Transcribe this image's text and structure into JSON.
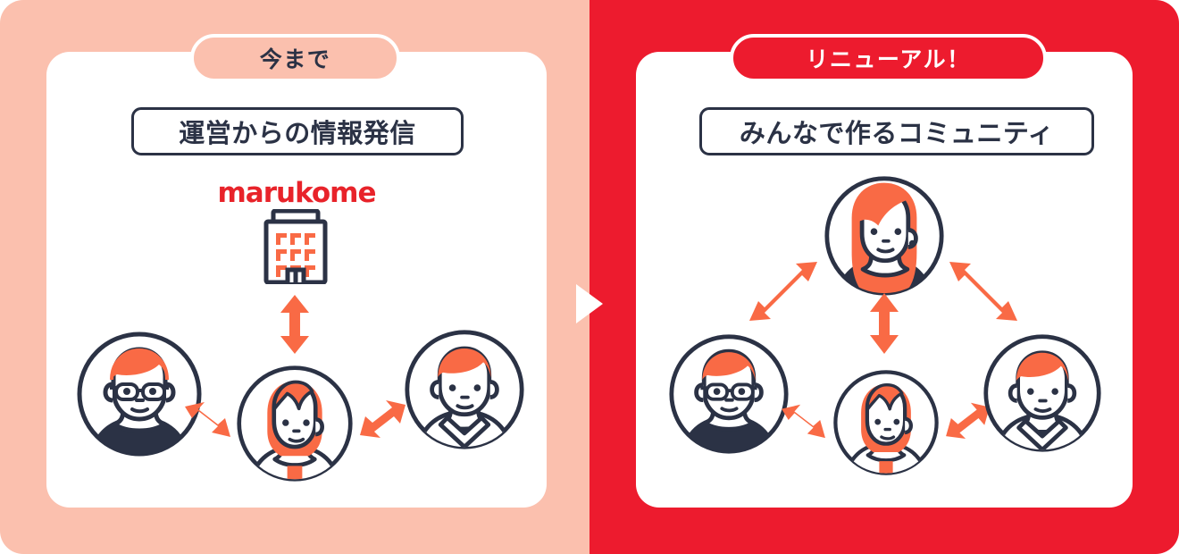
{
  "colors": {
    "left_panel_bg": "#FBC0AE",
    "right_panel_bg": "#ED1B2E",
    "card_bg": "#FFFFFF",
    "ink": "#2B3245",
    "accent_orange": "#F96A45",
    "brand_red": "#E8232A"
  },
  "left_panel": {
    "badge_label": "今まで",
    "title_label": "運営からの情報発信",
    "brand_label": "marukome",
    "building_icon": "office-building-icon",
    "people": [
      {
        "id": "man-glasses",
        "icon": "avatar-man-with-glasses"
      },
      {
        "id": "woman-bob",
        "icon": "avatar-woman-bob-hair"
      },
      {
        "id": "man-collar",
        "icon": "avatar-man-collared-shirt"
      }
    ],
    "arrows": [
      {
        "id": "company-to-center",
        "icon": "double-arrow-vertical-icon"
      },
      {
        "id": "center-to-left",
        "icon": "double-arrow-diagonal-icon"
      },
      {
        "id": "center-to-right",
        "icon": "double-arrow-diagonal-icon"
      }
    ]
  },
  "right_panel": {
    "badge_label": "リニューアル！",
    "title_label": "みんなで作るコミュニティ",
    "people": [
      {
        "id": "woman-long-hair",
        "icon": "avatar-woman-long-hair"
      },
      {
        "id": "man-glasses",
        "icon": "avatar-man-with-glasses"
      },
      {
        "id": "woman-bob",
        "icon": "avatar-woman-bob-hair"
      },
      {
        "id": "man-collar",
        "icon": "avatar-man-collared-shirt"
      }
    ],
    "arrows": [
      {
        "id": "left-to-top",
        "icon": "double-arrow-diagonal-icon"
      },
      {
        "id": "right-to-top",
        "icon": "double-arrow-diagonal-icon"
      },
      {
        "id": "center-to-top",
        "icon": "double-arrow-vertical-icon"
      },
      {
        "id": "left-to-center",
        "icon": "double-arrow-diagonal-icon"
      },
      {
        "id": "center-to-right",
        "icon": "double-arrow-diagonal-icon"
      }
    ]
  },
  "divider": {
    "icon": "play-triangle-icon"
  }
}
